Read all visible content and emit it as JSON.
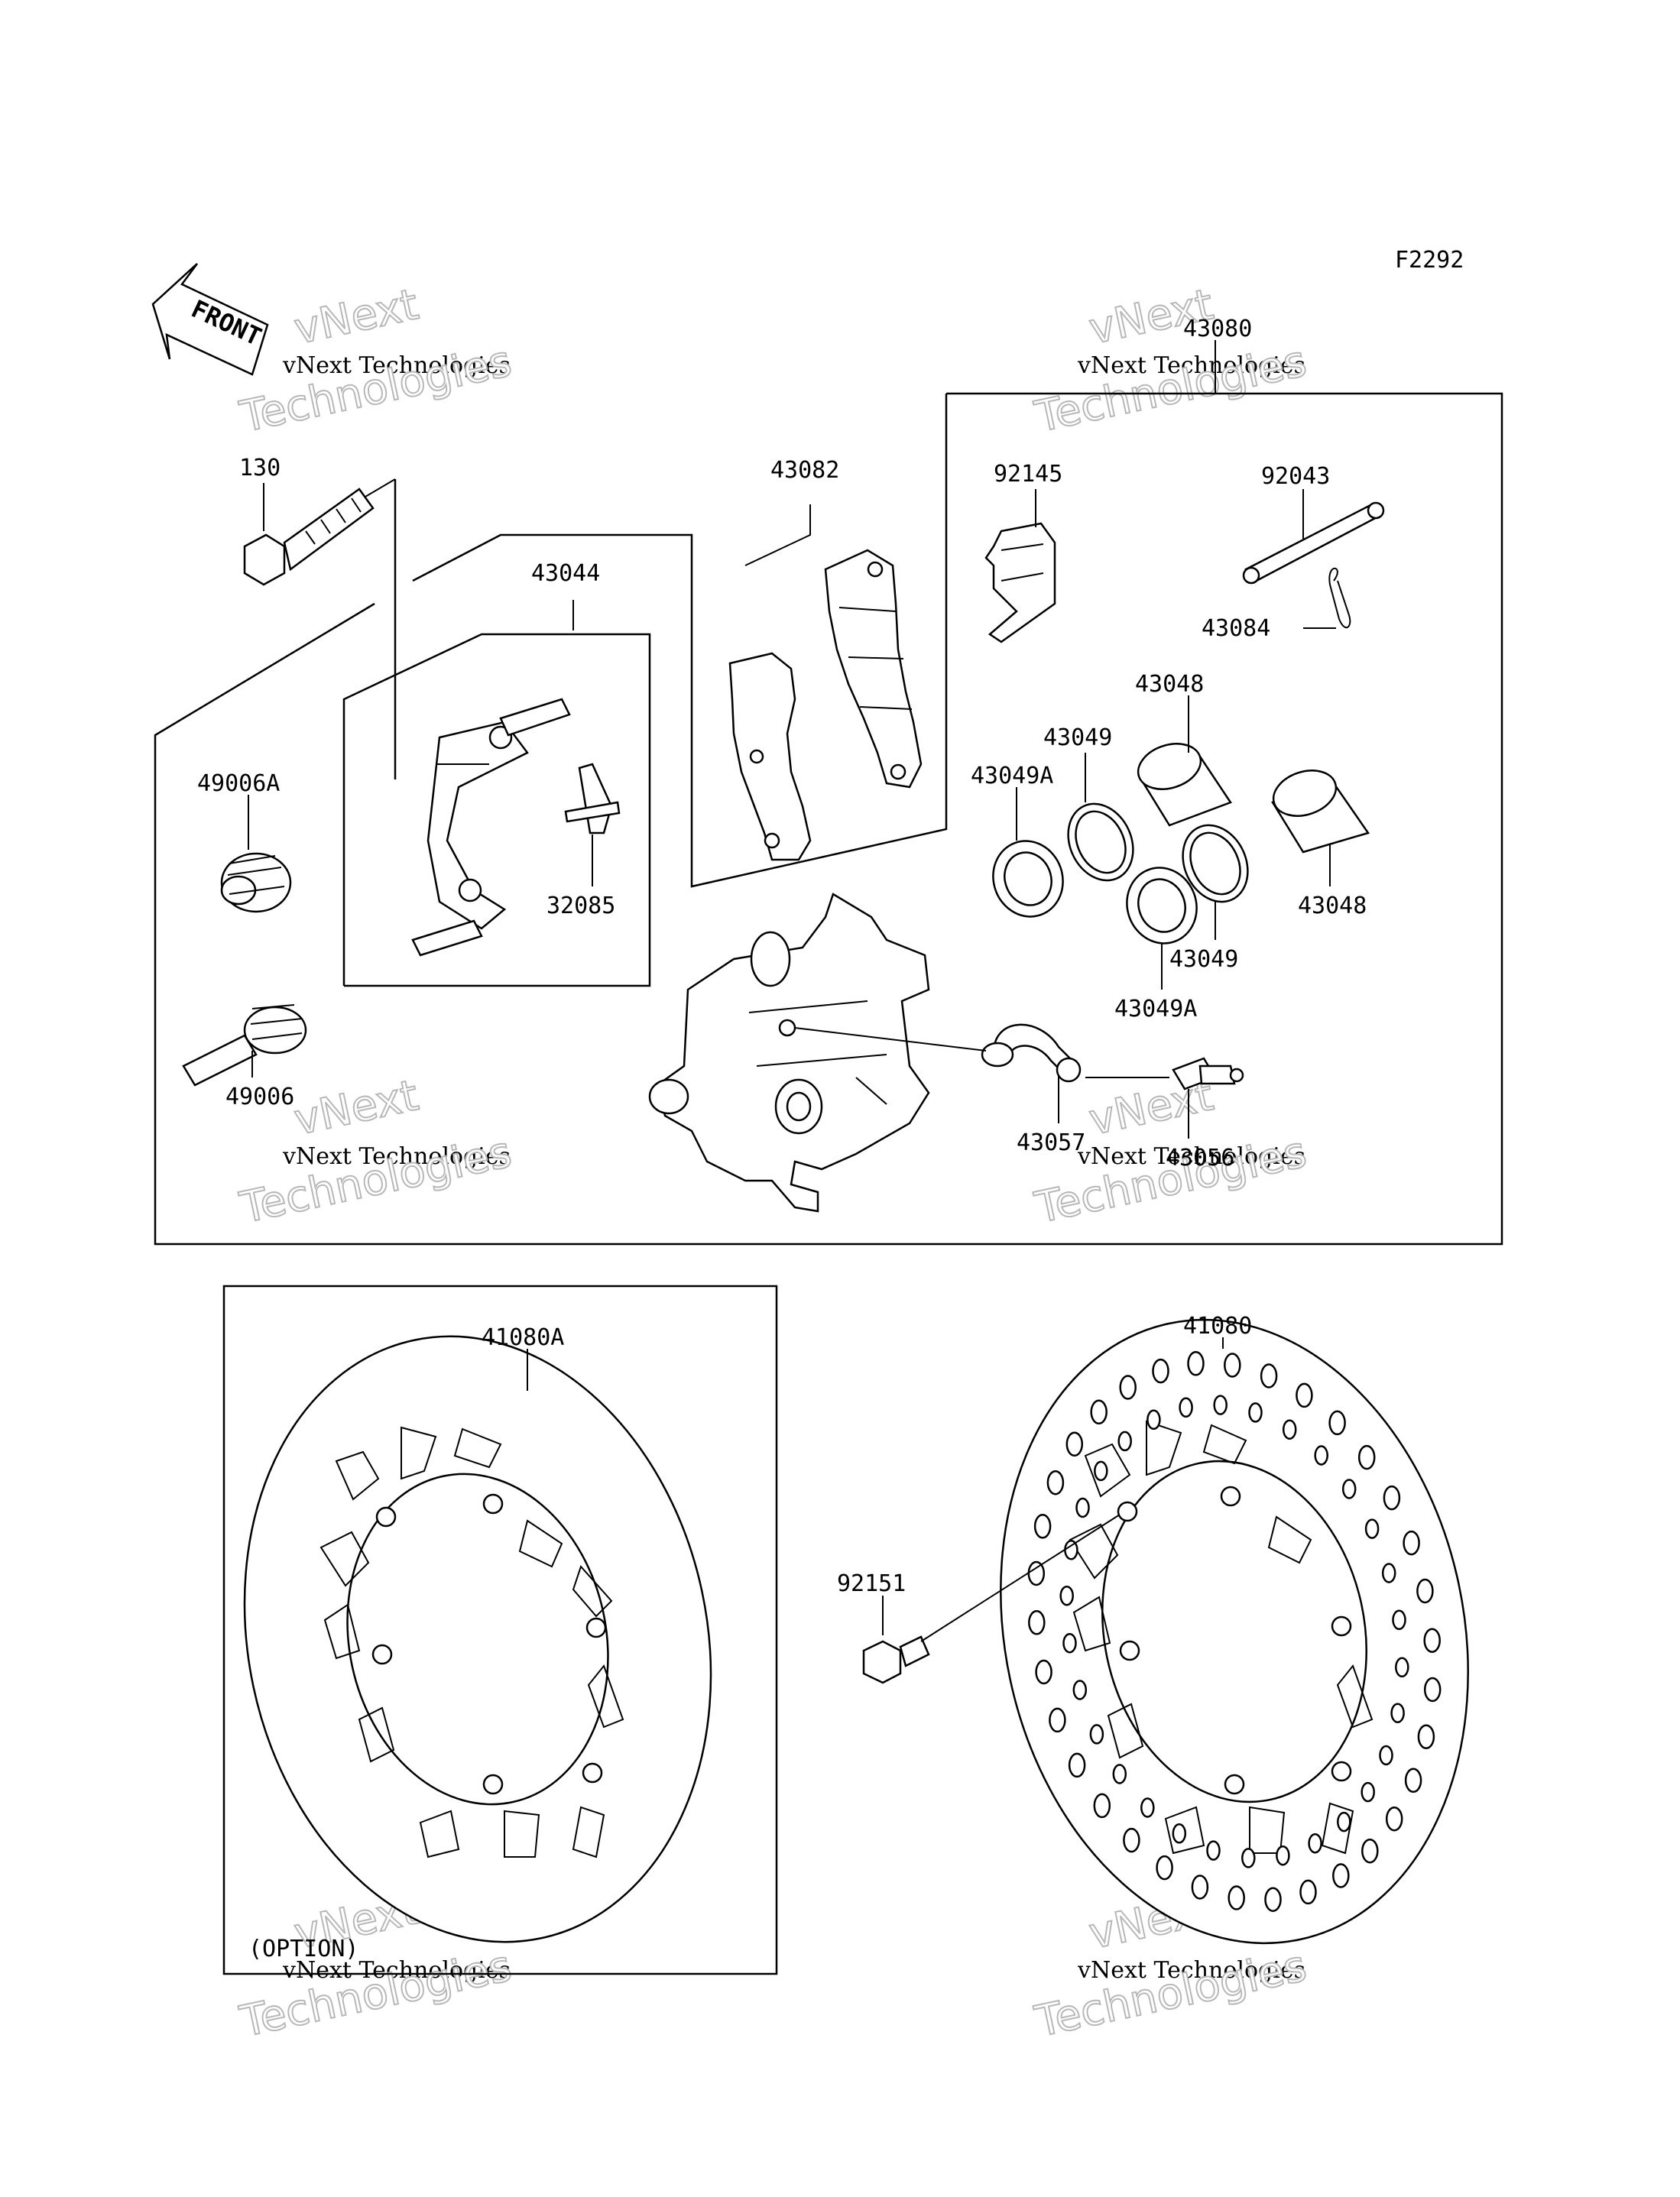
{
  "figure_code": "F2292",
  "front_label": "FRONT",
  "option_label": "(OPTION)",
  "watermark": {
    "line1": "vNext",
    "line2": "vNext Technologies",
    "line3": "Technologies"
  },
  "parts": {
    "p130": "130",
    "p43044": "43044",
    "p43082": "43082",
    "p43080": "43080",
    "p92145": "92145",
    "p92043": "92043",
    "p43084": "43084",
    "p43048_top": "43048",
    "p43049_top": "43049",
    "p43049A_left": "43049A",
    "p43048_right": "43048",
    "p43049_right": "43049",
    "p43049A_bottom": "43049A",
    "p49006A": "49006A",
    "p32085": "32085",
    "p49006": "49006",
    "p43057": "43057",
    "p43056": "43056",
    "p41080A": "41080A",
    "p41080": "41080",
    "p92151": "92151"
  }
}
